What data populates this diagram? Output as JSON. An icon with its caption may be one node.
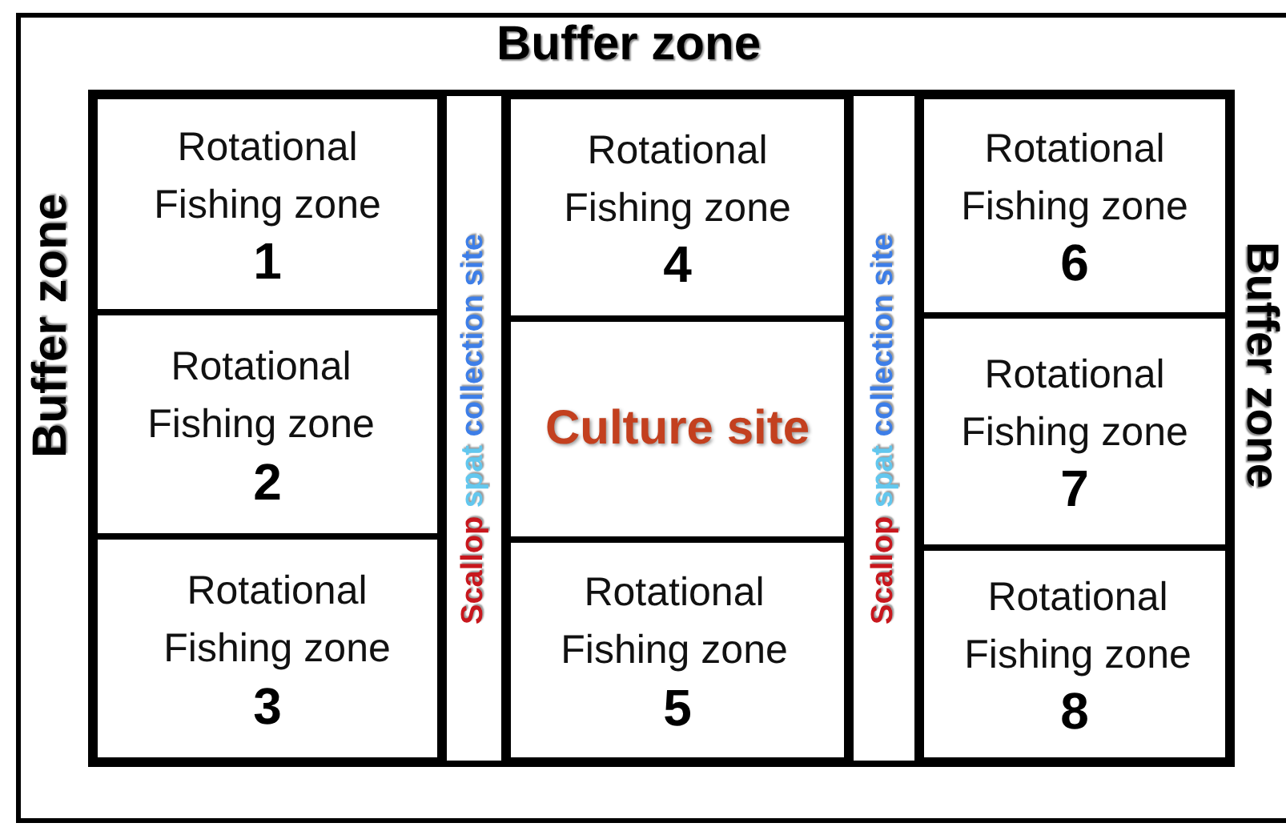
{
  "diagram": {
    "nodes": [
      {
        "text": [
          "Buffer zone",
          "Buffer zone",
          "Buffer zone"
        ]
      },
      {
        "text": [],
        "shape": "box",
        "in": 0
      },
      {
        "text": [
          "Rotational Fishing zone",
          "1"
        ],
        "in": 1
      },
      {
        "text": [
          "Scallop spat collection site"
        ],
        "in": 1
      },
      {
        "text": [
          "Rotational Fishing zone",
          "4"
        ],
        "in": 1
      },
      {
        "text": [
          "Scallop spat collection site"
        ],
        "in": 1
      },
      {
        "text": [
          "Rotational Fishing zone",
          "6"
        ],
        "in": 1
      },
      {
        "text": [
          "Rotational Fishing zone",
          "2"
        ],
        "in": 1
      },
      {
        "text": [
          "Culture site"
        ],
        "in": 1
      },
      {
        "text": [
          "Rotational Fishing zone",
          "7"
        ],
        "in": 1
      },
      {
        "text": [
          "Rotational Fishing zone",
          "3"
        ],
        "in": 1
      },
      {
        "text": [
          "Rotational Fishing zone",
          "5"
        ],
        "in": 1
      },
      {
        "text": [
          "Rotational Fishing zone",
          "8"
        ],
        "in": 1
      }
    ]
  }
}
